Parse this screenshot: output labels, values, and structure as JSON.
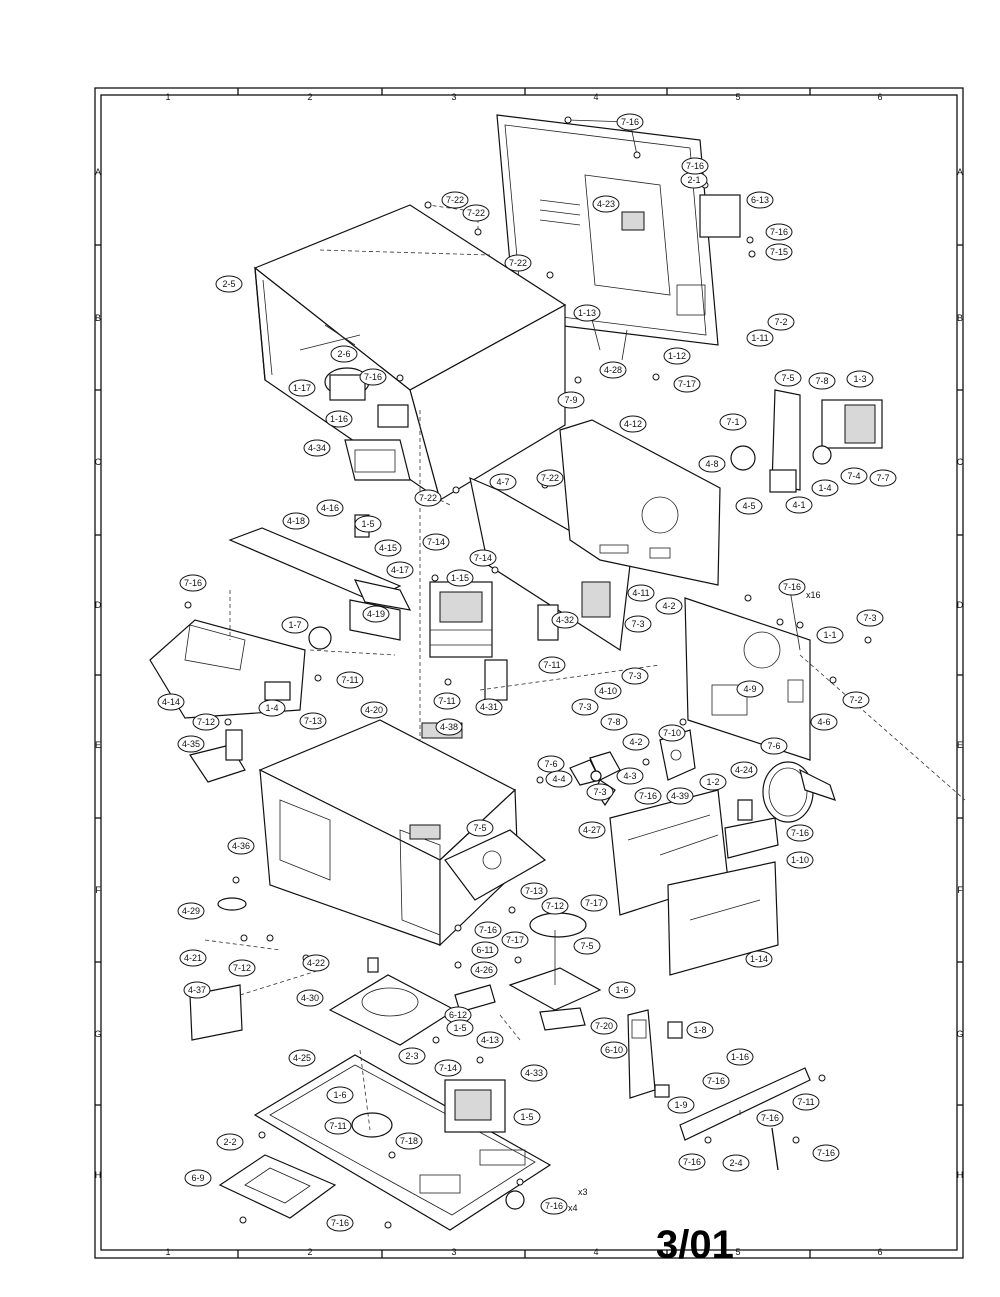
{
  "sheet": {
    "page_label": "3/01",
    "columns": [
      "1",
      "2",
      "3",
      "4",
      "5",
      "6"
    ],
    "rows": [
      "A",
      "B",
      "C",
      "D",
      "E",
      "F",
      "G",
      "H"
    ]
  },
  "callouts": [
    "7-16",
    "2-1",
    "7-16",
    "4-23",
    "6-13",
    "7-16",
    "7-15",
    "7-22",
    "7-22",
    "7-22",
    "2-5",
    "1-13",
    "1-12",
    "1-11",
    "7-2",
    "2-6",
    "7-16",
    "1-17",
    "7-9",
    "4-28",
    "7-17",
    "1-16",
    "7-5",
    "7-8",
    "1-3",
    "4-34",
    "4-12",
    "7-1",
    "7-22",
    "4-8",
    "1-4",
    "7-4",
    "7-7",
    "7-22",
    "4-7",
    "4-5",
    "4-1",
    "4-16",
    "1-5",
    "4-18",
    "4-15",
    "7-14",
    "7-14",
    "1-15",
    "4-17",
    "4-19",
    "7-16",
    "1-7",
    "7-11",
    "4-14",
    "1-4",
    "7-13",
    "4-32",
    "7-11",
    "4-11",
    "4-2",
    "7-3",
    "7-16",
    "7-3",
    "1-1",
    "4-31",
    "4-10",
    "7-3",
    "7-8",
    "4-9",
    "7-2",
    "7-11",
    "4-38",
    "4-20",
    "4-6",
    "7-12",
    "4-35",
    "7-3",
    "4-2",
    "7-10",
    "7-6",
    "7-6",
    "4-4",
    "7-3",
    "4-3",
    "7-16",
    "4-39",
    "1-2",
    "4-24",
    "7-16",
    "4-27",
    "7-5",
    "1-10",
    "4-36",
    "7-13",
    "4-29",
    "7-12",
    "7-17",
    "7-16",
    "7-17",
    "6-11",
    "7-5",
    "4-21",
    "7-12",
    "4-22",
    "4-26",
    "4-37",
    "4-30",
    "6-12",
    "1-6",
    "1-14",
    "1-5",
    "7-20",
    "1-8",
    "4-13",
    "7-14",
    "6-10",
    "2-3",
    "4-33",
    "4-25",
    "1-16",
    "1-6",
    "1-5",
    "7-16",
    "1-9",
    "7-11",
    "7-11",
    "7-18",
    "7-16",
    "2-2",
    "7-16",
    "6-9",
    "7-16",
    "2-4",
    "7-16",
    "7-16"
  ],
  "quantity_notes": [
    "x16",
    "x3",
    "x4"
  ]
}
